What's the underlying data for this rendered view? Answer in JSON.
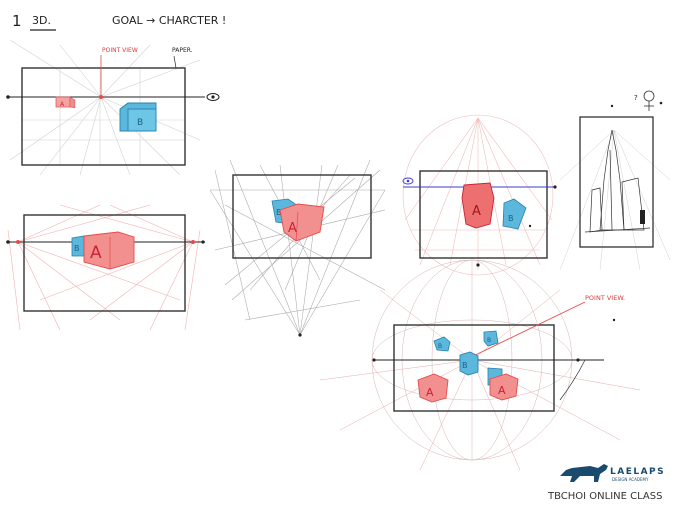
{
  "header": {
    "number": "1",
    "topic": "3D.",
    "goal": "GOAL → CHARCTER !"
  },
  "annotations": {
    "point_view_1": "POINT VIEW",
    "paper": "PAPER.",
    "point_view_2": "POINT VIEW."
  },
  "box_labels": {
    "a": "A",
    "b": "B"
  },
  "logo": {
    "name": "LAELAPS",
    "subtitle": "DESIGN ACADEMY",
    "class": "TBCHOI ONLINE CLASS"
  },
  "colors": {
    "red_face": "#f08a8a",
    "red_line": "#e84a4a",
    "blue_face": "#5bb8dc",
    "blue_line": "#2a7fae",
    "horizon_blue": "#3b3bd6",
    "frame": "#333333",
    "guide_gray": "#c8c8c8"
  }
}
